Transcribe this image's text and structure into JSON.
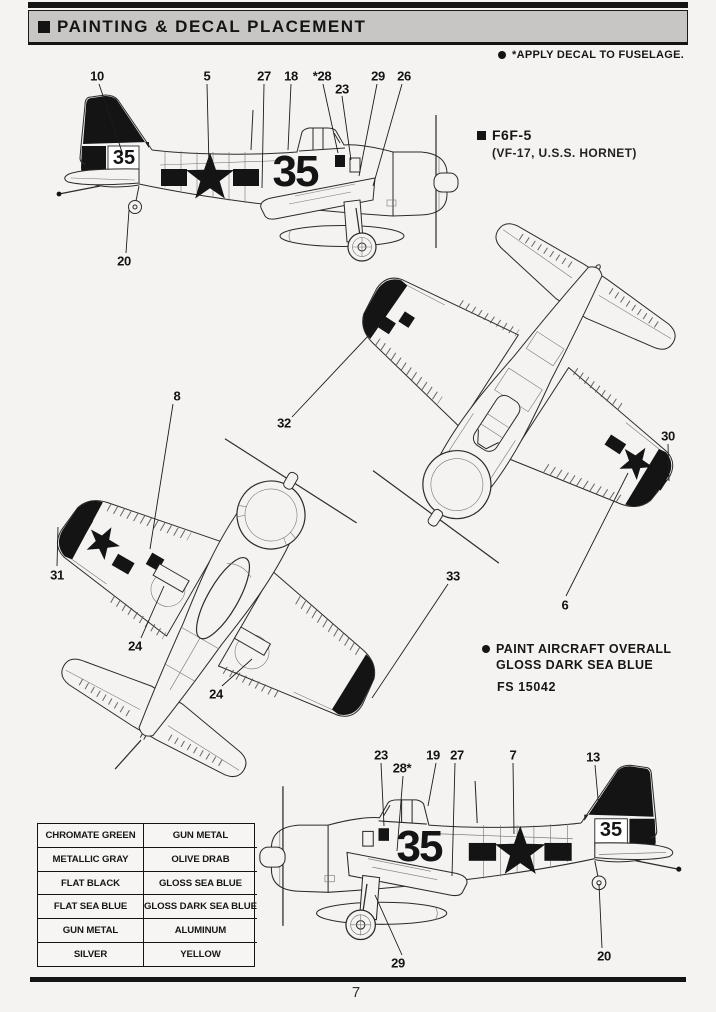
{
  "header": {
    "title": "PAINTING  &  DECAL  PLACEMENT",
    "bullet_icon": "black-square"
  },
  "notes": {
    "decal_note": "*APPLY  DECAL  TO  FUSELAGE.",
    "decal_note_icon": "black-circle",
    "paint_line1": "PAINT  AIRCRAFT  OVERALL",
    "paint_line2": "GLOSS  DARK  SEA  BLUE",
    "paint_fs": "FS 15042"
  },
  "aircraft": {
    "label": "F6F-5",
    "squadron": "(VF-17,  U.S.S.  HORNET)",
    "tail_number": "35",
    "fuselage_number": "35"
  },
  "callouts": {
    "side_left": {
      "c10": "10",
      "c5": "5",
      "c27": "27",
      "c18": "18",
      "c28": "*28",
      "c23": "23",
      "c29": "29",
      "c26": "26",
      "c20": "20"
    },
    "top_view": {
      "c32": "32",
      "c30": "30",
      "c6": "6"
    },
    "bottom_view": {
      "c8": "8",
      "c31": "31",
      "c24a": "24",
      "c24b": "24",
      "c33": "33"
    },
    "side_right": {
      "c23": "23",
      "c28": "28*",
      "c19": "19",
      "c27": "27",
      "c7": "7",
      "c13": "13",
      "c29": "29",
      "c20": "20"
    }
  },
  "paint_table": {
    "rows": [
      {
        "left": "CHROMATE GREEN",
        "right": "GUN METAL"
      },
      {
        "left": "METALLIC GRAY",
        "right": "OLIVE DRAB"
      },
      {
        "left": "FLAT BLACK",
        "right": "GLOSS SEA BLUE"
      },
      {
        "left": "FLAT SEA BLUE",
        "right": "GLOSS DARK SEA BLUE"
      },
      {
        "left": "GUN METAL",
        "right": "ALUMINUM"
      },
      {
        "left": "SILVER",
        "right": "YELLOW"
      }
    ]
  },
  "footer": {
    "page_number": "7"
  },
  "colors": {
    "ink": "#2b2b2b",
    "paper": "#f4f3f1",
    "header_bg": "#c7c6c4",
    "marking_black": "#141414"
  }
}
